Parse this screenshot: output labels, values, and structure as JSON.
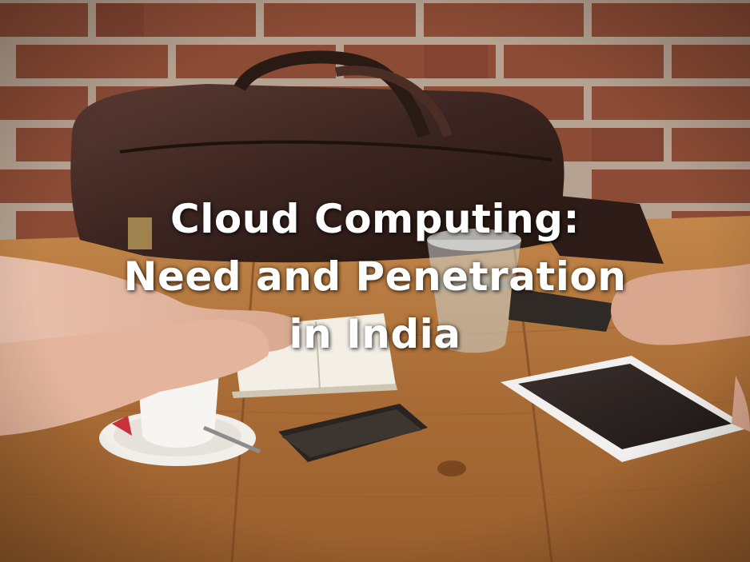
{
  "slide": {
    "title_lines": [
      "Cloud Computing:",
      "Need and Penetration",
      "in India"
    ]
  },
  "photo": {
    "subject": "cafe-table-meeting",
    "colors": {
      "brick": "#8a4a36",
      "mortar": "#b9a898",
      "table": "#b0743d",
      "bag": "#3b2520"
    }
  }
}
